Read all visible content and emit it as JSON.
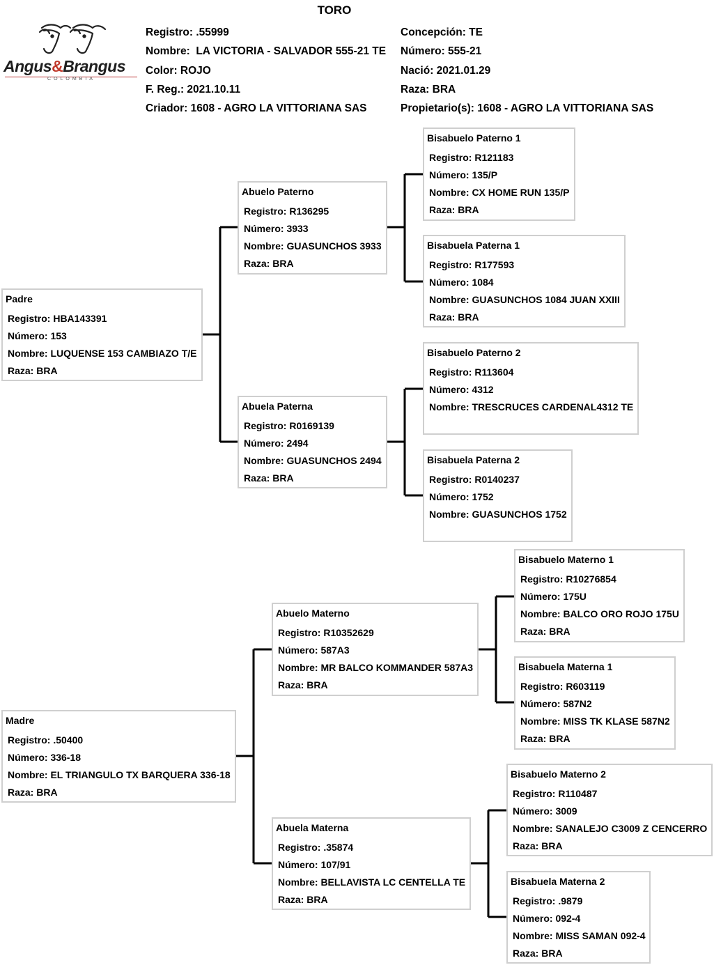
{
  "title": "TORO",
  "logo": {
    "brand_left": "Angus",
    "brand_amp": "&",
    "brand_right": "Brangus",
    "country": "COLOMBIA"
  },
  "header": {
    "left": [
      "Registro: .55999",
      "Nombre:  LA VICTORIA - SALVADOR 555-21 TE",
      "Color: ROJO",
      "F. Reg.: 2021.10.11",
      "Criador: 1608 - AGRO LA VITTORIANA SAS"
    ],
    "right": [
      "Concepción: TE",
      "Número: 555-21",
      "Nació: 2021.01.29",
      "Raza: BRA",
      "Propietario(s): 1608 - AGRO LA VITTORIANA SAS"
    ]
  },
  "pedigree": {
    "padre": {
      "caption": "Padre",
      "lines": [
        "Registro: HBA143391",
        "Número: 153",
        "Nombre: LUQUENSE 153 CAMBIAZO T/E",
        "Raza: BRA"
      ]
    },
    "abuelo_paterno": {
      "caption": "Abuelo Paterno",
      "lines": [
        "Registro: R136295",
        "Número: 3933",
        "Nombre: GUASUNCHOS 3933",
        "Raza: BRA"
      ]
    },
    "abuela_paterna": {
      "caption": "Abuela Paterna",
      "lines": [
        "Registro: R0169139",
        "Número: 2494",
        "Nombre: GUASUNCHOS 2494",
        "Raza: BRA"
      ]
    },
    "bisabuelo_paterno_1": {
      "caption": "Bisabuelo Paterno 1",
      "lines": [
        "Registro: R121183",
        "Número: 135/P",
        "Nombre: CX HOME RUN 135/P",
        "Raza: BRA"
      ]
    },
    "bisabuela_paterna_1": {
      "caption": "Bisabuela Paterna 1",
      "lines": [
        "Registro: R177593",
        "Número: 1084",
        "Nombre: GUASUNCHOS 1084 JUAN XXIII",
        "Raza: BRA"
      ]
    },
    "bisabuelo_paterno_2": {
      "caption": "Bisabuelo Paterno 2",
      "lines": [
        "Registro: R113604",
        "Número: 4312",
        "Nombre: TRESCRUCES CARDENAL4312 TE"
      ]
    },
    "bisabuela_paterna_2": {
      "caption": "Bisabuela Paterna 2",
      "lines": [
        "Registro: R0140237",
        "Número: 1752",
        "Nombre: GUASUNCHOS 1752"
      ]
    },
    "madre": {
      "caption": "Madre",
      "lines": [
        "Registro: .50400",
        "Número: 336-18",
        "Nombre: EL TRIANGULO TX BARQUERA 336-18",
        "Raza: BRA"
      ]
    },
    "abuelo_materno": {
      "caption": "Abuelo Materno",
      "lines": [
        "Registro: R10352629",
        "Número: 587A3",
        "Nombre: MR BALCO KOMMANDER 587A3",
        "Raza: BRA"
      ]
    },
    "abuela_materna": {
      "caption": "Abuela Materna",
      "lines": [
        "Registro: .35874",
        "Número: 107/91",
        "Nombre: BELLAVISTA LC CENTELLA TE",
        "Raza: BRA"
      ]
    },
    "bisabuelo_materno_1": {
      "caption": "Bisabuelo Materno 1",
      "lines": [
        "Registro: R10276854",
        "Número: 175U",
        "Nombre: BALCO ORO ROJO 175U",
        "Raza: BRA"
      ]
    },
    "bisabuela_materna_1": {
      "caption": "Bisabuela Materna 1",
      "lines": [
        "Registro: R603119",
        "Número: 587N2",
        "Nombre: MISS TK KLASE 587N2",
        "Raza: BRA"
      ]
    },
    "bisabuelo_materno_2": {
      "caption": "Bisabuelo Materno 2",
      "lines": [
        "Registro: R110487",
        "Número: 3009",
        "Nombre: SANALEJO C3009 Z CENCERRO",
        "Raza: BRA"
      ]
    },
    "bisabuela_materna_2": {
      "caption": "Bisabuela Materna 2",
      "lines": [
        "Registro: .9879",
        "Número: 092-4",
        "Nombre: MISS SAMAN 092-4",
        "Raza: BRA"
      ]
    }
  }
}
